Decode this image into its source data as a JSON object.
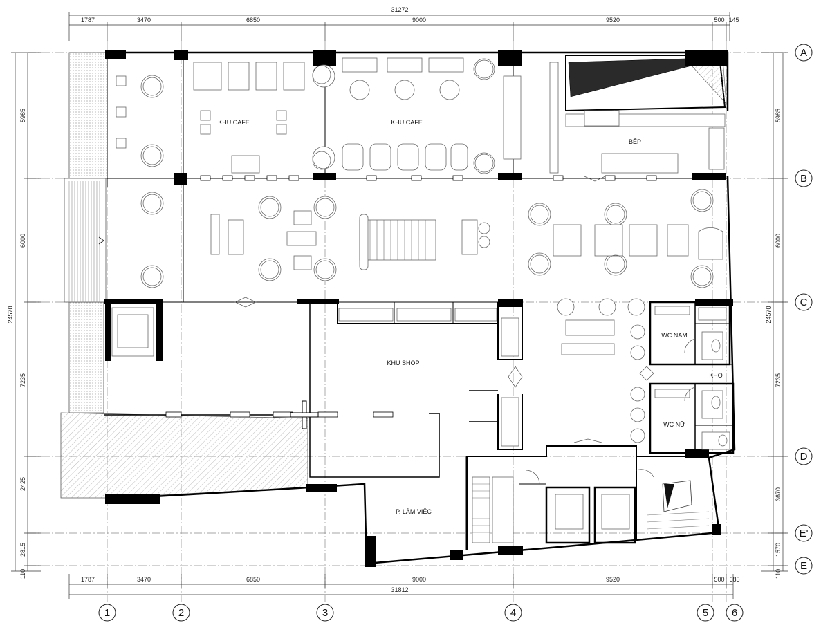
{
  "plan": {
    "top_total": "31272",
    "bottom_total": "31812",
    "top_dims": [
      "1787",
      "3470",
      "6850",
      "9000",
      "9520",
      "500",
      "145"
    ],
    "bottom_dims": [
      "1787",
      "3470",
      "6850",
      "9000",
      "9520",
      "500",
      "685"
    ],
    "left_dims": [
      "5985",
      "6000",
      "7235",
      "2425",
      "2815",
      "110"
    ],
    "left_total": "24570",
    "right_dims": [
      "5985",
      "6000",
      "7235",
      "3670",
      "1570",
      "110"
    ],
    "right_total": "24570",
    "col_axes": [
      "1",
      "2",
      "3",
      "4",
      "5",
      "6"
    ],
    "row_axes": [
      "A",
      "B",
      "C",
      "D",
      "E'",
      "E"
    ],
    "rooms": {
      "cafe1": "KHU CAFE",
      "cafe2": "KHU CAFE",
      "kitchen": "BẾP",
      "shop": "KHU SHOP",
      "wc_men": "WC NAM",
      "wc_women": "WC NỮ",
      "storage": "KHO",
      "office": "P. LÀM VIỆC"
    }
  }
}
